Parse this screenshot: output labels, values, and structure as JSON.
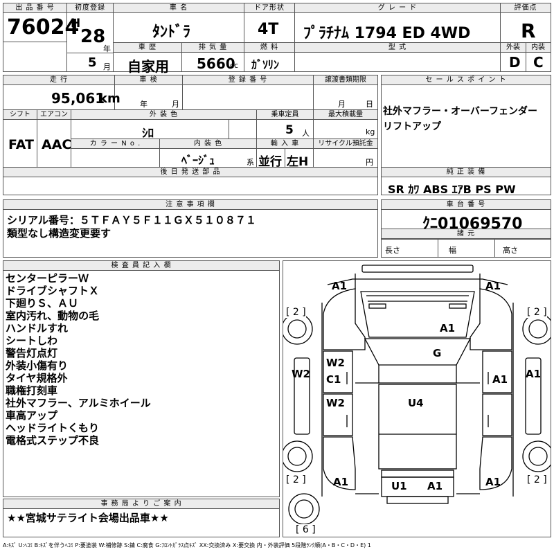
{
  "labels": {
    "lot_no": "出 品 番 号",
    "first_reg": "初度登録",
    "car_name": "車 名",
    "door": "ドア形状",
    "grade": "グ レ ー ド",
    "score": "評価点",
    "history": "車 歴",
    "displacement": "排 気 量",
    "fuel": "燃 料",
    "model": "型 式",
    "exterior": "外装",
    "interior": "内装",
    "mileage": "走 行",
    "inspection": "車 検",
    "reg_no": "登 録 番 号",
    "transfer": "譲渡書類期限",
    "sales_point": "セ ー ル ス ポ イ ン ト",
    "shift": "シフト",
    "aircon": "エアコン",
    "color": "外 装 色",
    "capacity": "乗車定員",
    "max_load": "最大積載量",
    "color_no": "カ ラ ー N o .",
    "int_color": "内 装 色",
    "import": "輸 入 車",
    "recycle": "リサイクル預託金",
    "later_parts": "後 日 発 送 部 品",
    "equipment": "純 正 装 備",
    "notes": "注 意 事 項 欄",
    "chassis_no": "車 台 番 号",
    "dims": "諸 元",
    "length": "長さ",
    "width": "幅",
    "height": "高さ",
    "inspector": "検 査 員 記 入 欄",
    "office": "事 務 局 よ り ご 案 内"
  },
  "sheet": {
    "lot_no": "76024",
    "era": "H",
    "year": "28",
    "year_unit": "年",
    "month": "5",
    "month_unit": "月",
    "car_name": "ﾀﾝﾄﾞﾗ",
    "door": "4T",
    "grade": "ﾌﾟﾗﾁﾅﾑ 1794 ED 4WD",
    "score": "R",
    "history": "自家用",
    "displacement": "5660",
    "displacement_unit": "cc",
    "fuel": "ｶﾞｿﾘﾝ",
    "model": "",
    "exterior_grade": "D",
    "interior_grade": "C",
    "mileage": "95,061",
    "mileage_unit": "km",
    "insp_year_unit": "年",
    "insp_month_unit": "月",
    "transfer_month": "月",
    "transfer_day": "日",
    "sales_points": [
      "社外マフラー・オーバーフェンダー",
      "リフトアップ"
    ],
    "shift": "FAT",
    "aircon": "AAC",
    "color": "ｼﾛ",
    "capacity": "5",
    "capacity_unit": "人",
    "max_load_unit": "kg",
    "int_color": "ﾍﾞｰｼﾞｭ",
    "int_color_suffix": "系",
    "import_a": "並行",
    "import_b": "左H",
    "recycle_unit": "円",
    "equipment": "SR ｶﾜ ABS ｴｱB PS PW",
    "notes": [
      "シリアル番号：５ＴＦＡＹ５Ｆ１１ＧＸ５１０８７１",
      "類型なし構造変更要す"
    ],
    "chassis_no": "ｸﾆ01069570",
    "inspector_notes": [
      "センターピラーＷ",
      "ドライブシャフトＸ",
      "下廻りＳ、ＡＵ",
      "室内汚れ、動物の毛",
      "ハンドルすれ",
      "シートしわ",
      "警告灯点灯",
      "外装小傷有り",
      "タイヤ規格外",
      "職権打刻車",
      "社外マフラー、アルミホイール",
      "車高アップ",
      "ヘッドライトくもり",
      "電格式ステップ不良"
    ],
    "office_note": "★★宮城サテライト会場出品車★★"
  },
  "diagram": {
    "marks": [
      {
        "id": "a1-tl",
        "text": "A1"
      },
      {
        "id": "a1-tr",
        "text": "A1"
      },
      {
        "id": "tire-fl",
        "text": "[ 2 ]"
      },
      {
        "id": "tire-fr",
        "text": "[ 2 ]"
      },
      {
        "id": "a1-hood",
        "text": "A1"
      },
      {
        "id": "g-windshield",
        "text": "G"
      },
      {
        "id": "w2-left-outer",
        "text": "W2"
      },
      {
        "id": "w2-left-door",
        "text": "W2"
      },
      {
        "id": "c1-left-door",
        "text": "C1"
      },
      {
        "id": "a1-right-door",
        "text": "A1"
      },
      {
        "id": "a1-right-outer",
        "text": "A1"
      },
      {
        "id": "w2-left-rear",
        "text": "W2"
      },
      {
        "id": "u4-bed",
        "text": "U4"
      },
      {
        "id": "tire-rl",
        "text": "[ 2 ]"
      },
      {
        "id": "a1-rl",
        "text": "A1"
      },
      {
        "id": "u1-rear",
        "text": "U1"
      },
      {
        "id": "a1-rear",
        "text": "A1"
      },
      {
        "id": "a1-rr",
        "text": "A1"
      },
      {
        "id": "tire-rr",
        "text": "[ 2 ]"
      },
      {
        "id": "spare",
        "text": "[ 6 ]"
      }
    ]
  },
  "legend": "A:ｷｽﾞ U:ﾍｺﾐ B:ｷｽﾞを伴うﾍｺﾐ P:要塗装 W:補修跡 S:錆 C:腐食 G:ﾌﾛﾝﾄｶﾞﾗｽ点ｷｽﾞ XX:交換済み X:要交換 内・外装評価 5段階ﾗﾝｸ順(A・B・C・D・E) 1"
}
